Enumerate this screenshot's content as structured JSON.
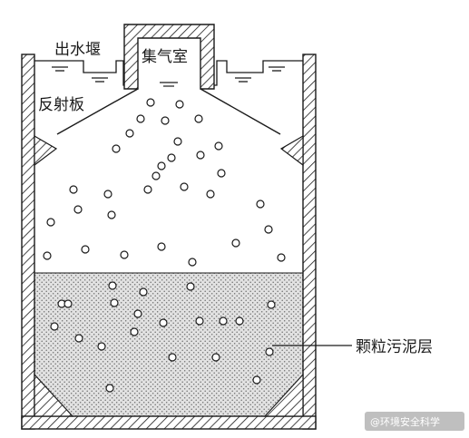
{
  "labels": {
    "weir": "出水堰",
    "gas_chamber": "集气室",
    "deflector": "反射板",
    "sludge_layer": "颗粒污泥层"
  },
  "watermark": "@环境安全科学",
  "colors": {
    "line": "#1a1a1a",
    "hatch": "#1a1a1a",
    "sludge": "#d6d6d6",
    "sludge_dot": "#7a7a7a",
    "bubble_fill": "#ffffff"
  }
}
